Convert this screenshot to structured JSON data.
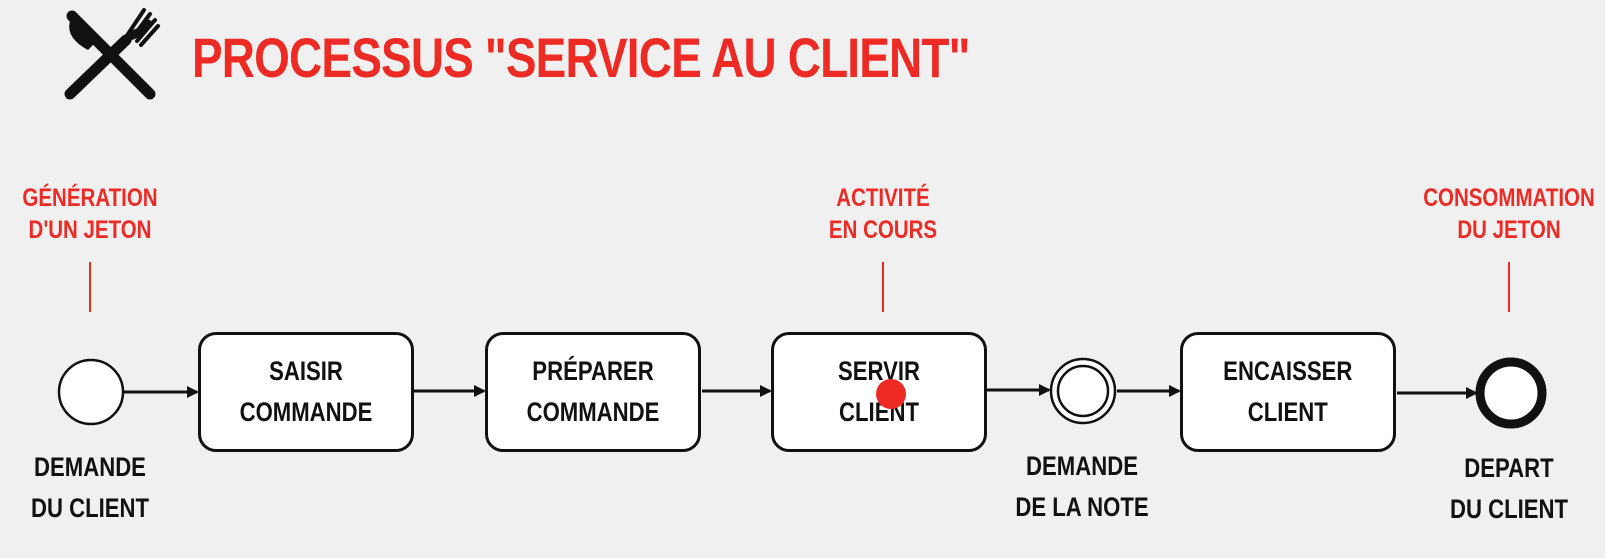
{
  "title": "PROCESSUS \"SERVICE AU CLIENT\"",
  "colors": {
    "accent": "#ee2a24",
    "stroke": "#111111",
    "background": "#f0f0f0",
    "box": "#ffffff"
  },
  "logo_icon": "fork-knife-crossed-icon",
  "annotations": [
    {
      "line1": "GÉNÉRATION",
      "line2": "D'UN JETON"
    },
    {
      "line1": "ACTIVITÉ",
      "line2": "EN COURS"
    },
    {
      "line1": "CONSOMMATION",
      "line2": "DU JETON"
    }
  ],
  "events": [
    {
      "kind": "start",
      "line1": "DEMANDE",
      "line2": "DU CLIENT"
    },
    {
      "kind": "intermediate",
      "line1": "DEMANDE",
      "line2": "DE LA NOTE"
    },
    {
      "kind": "end",
      "line1": "DEPART",
      "line2": "DU CLIENT"
    }
  ],
  "tasks": [
    {
      "line1": "SAISIR",
      "line2": "COMMANDE"
    },
    {
      "line1": "PRÉPARER",
      "line2": "COMMANDE"
    },
    {
      "line1": "SERVIR",
      "line2": "CLIENT"
    },
    {
      "line1": "ENCAISSER",
      "line2": "CLIENT"
    }
  ]
}
